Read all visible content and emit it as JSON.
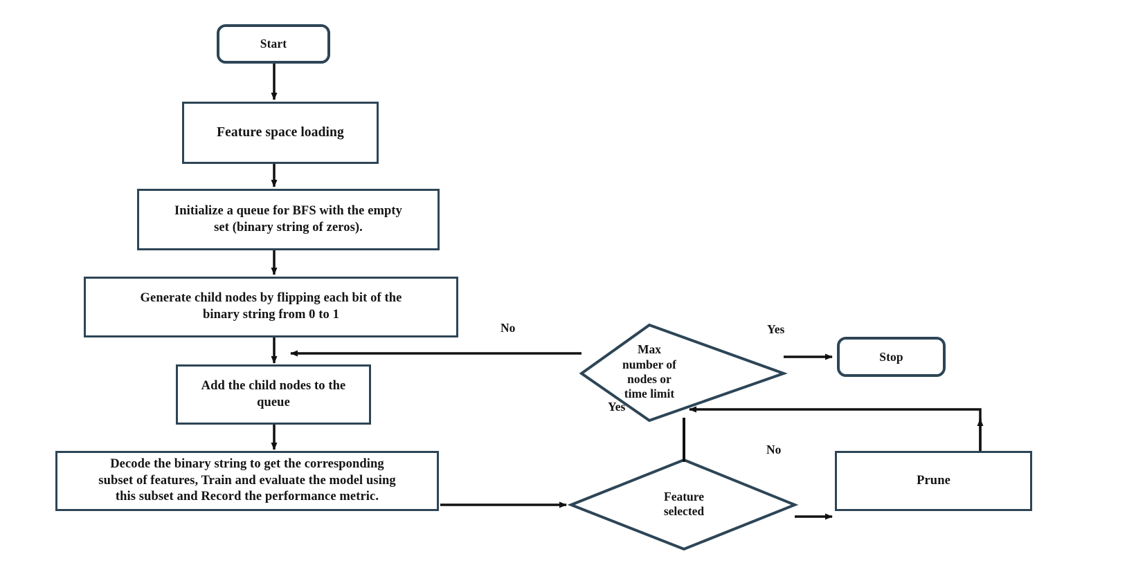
{
  "diagram": {
    "title": "BFS-based feature selection flowchart",
    "colors": {
      "node_border": "#2d4556",
      "edge_stroke": "#111111",
      "background": "#ffffff",
      "text": "#141414"
    },
    "nodes": [
      {
        "id": "start",
        "shape": "terminator",
        "label": "Start"
      },
      {
        "id": "load",
        "shape": "process",
        "label": "Feature space loading"
      },
      {
        "id": "init",
        "shape": "process",
        "line1": "Initialize a queue for BFS with the empty",
        "line2": "set (binary string of zeros)."
      },
      {
        "id": "generate",
        "shape": "process",
        "line1": "Generate child nodes by flipping each bit of the",
        "line2": "binary string from 0 to 1"
      },
      {
        "id": "addqueue",
        "shape": "process",
        "line1": "Add the child nodes to the",
        "line2": "queue"
      },
      {
        "id": "decode",
        "shape": "process",
        "line1": "Decode the binary string to get the corresponding",
        "line2": "subset of features, Train and evaluate the model using",
        "line3": "this subset and Record the performance metric."
      },
      {
        "id": "maxnodes",
        "shape": "decision",
        "line1": "Max",
        "line2": "number of",
        "line3": "nodes or",
        "line4": "time limit"
      },
      {
        "id": "featsel",
        "shape": "decision",
        "line1": "Feature",
        "line2": "selected"
      },
      {
        "id": "stop",
        "shape": "terminator",
        "label": "Stop"
      },
      {
        "id": "prune",
        "shape": "process",
        "label": "Prune"
      }
    ],
    "edge_labels": {
      "maxnodes_no": "No",
      "maxnodes_yes": "Yes",
      "featsel_yes": "Yes",
      "featsel_no": "No"
    }
  }
}
